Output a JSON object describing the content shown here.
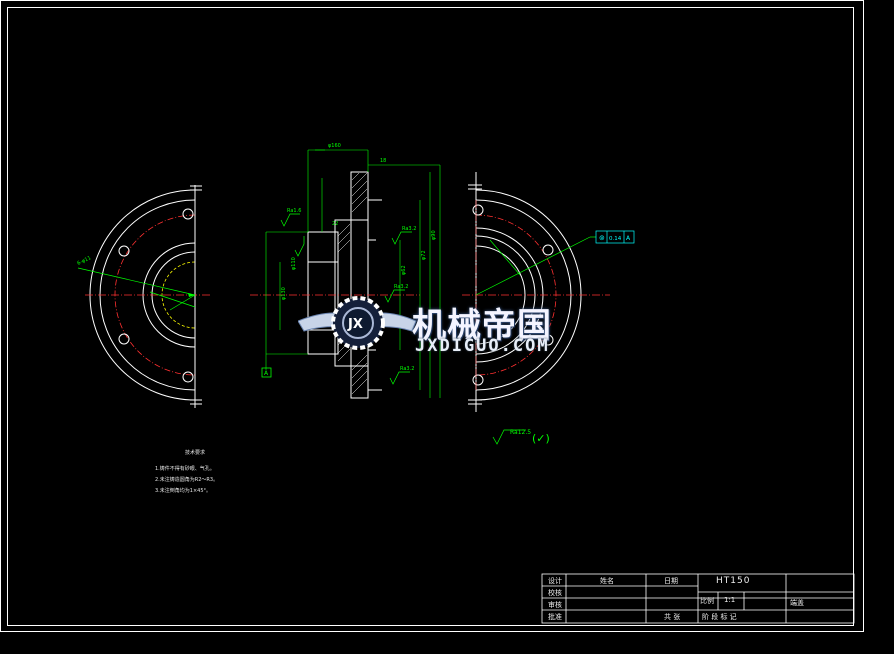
{
  "drawing": {
    "material": "HT150",
    "scale": "1:1",
    "title_block": {
      "labels": [
        "设计",
        "校核",
        "审核",
        "批准"
      ],
      "name_label": "姓名",
      "date_label": "日期",
      "scale_label": "比例",
      "part_name": "端盖",
      "stage_label": "阶 段 标 记",
      "qty_label": "共 张"
    },
    "roughness": {
      "general": "Ra12.5",
      "symbol_note": "(✓)",
      "main_marks": [
        "Ra1.6",
        "Ra3.2",
        "Ra3.2",
        "Ra3.2",
        "Ra3.2"
      ]
    },
    "tolerance_frame": [
      "⊚",
      "0.14",
      "A"
    ],
    "datum": "A",
    "tech_notes": {
      "title": "技术要求",
      "lines": [
        "1.铸件不得有砂眼、气孔。",
        "2.未注铸造圆角为R2～R3。",
        "3.未注倒角均为1×45°。"
      ]
    },
    "dimension_labels": [
      "φ160",
      "φ130",
      "φ110",
      "φ90",
      "φ72",
      "φ62",
      "6-φ11",
      "18",
      "22"
    ]
  },
  "watermark": {
    "text": "机械帝国",
    "url": "JXDIGUO.COM",
    "badge": "JX"
  },
  "colors": {
    "background": "#000000",
    "outline": "#ffffff",
    "dimension": "#00ff00",
    "center_line": "#ff2020",
    "hidden": "#ffff00",
    "tolerance": "#00ffff"
  }
}
